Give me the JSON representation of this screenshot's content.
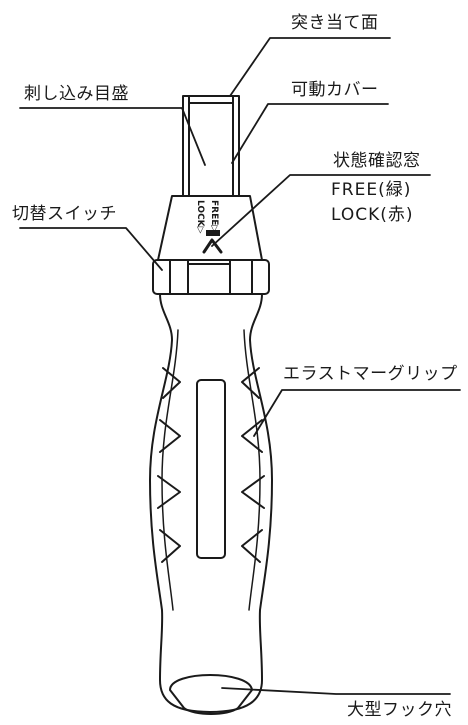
{
  "labels": {
    "contact_face": "突き当て面",
    "insertion_scale": "刺し込み目盛",
    "movable_cover": "可動カバー",
    "status_window": "状態確認窓",
    "free_green": "FREE(緑)",
    "lock_red": "LOCK(赤)",
    "switch": "切替スイッチ",
    "elastomer_grip": "エラストマーグリップ",
    "hook_hole": "大型フック穴"
  },
  "tool_markings": {
    "free": "FREE▷",
    "lock": "LOCK▷"
  },
  "colors": {
    "outline": "#1a1a1a",
    "background": "#ffffff"
  }
}
